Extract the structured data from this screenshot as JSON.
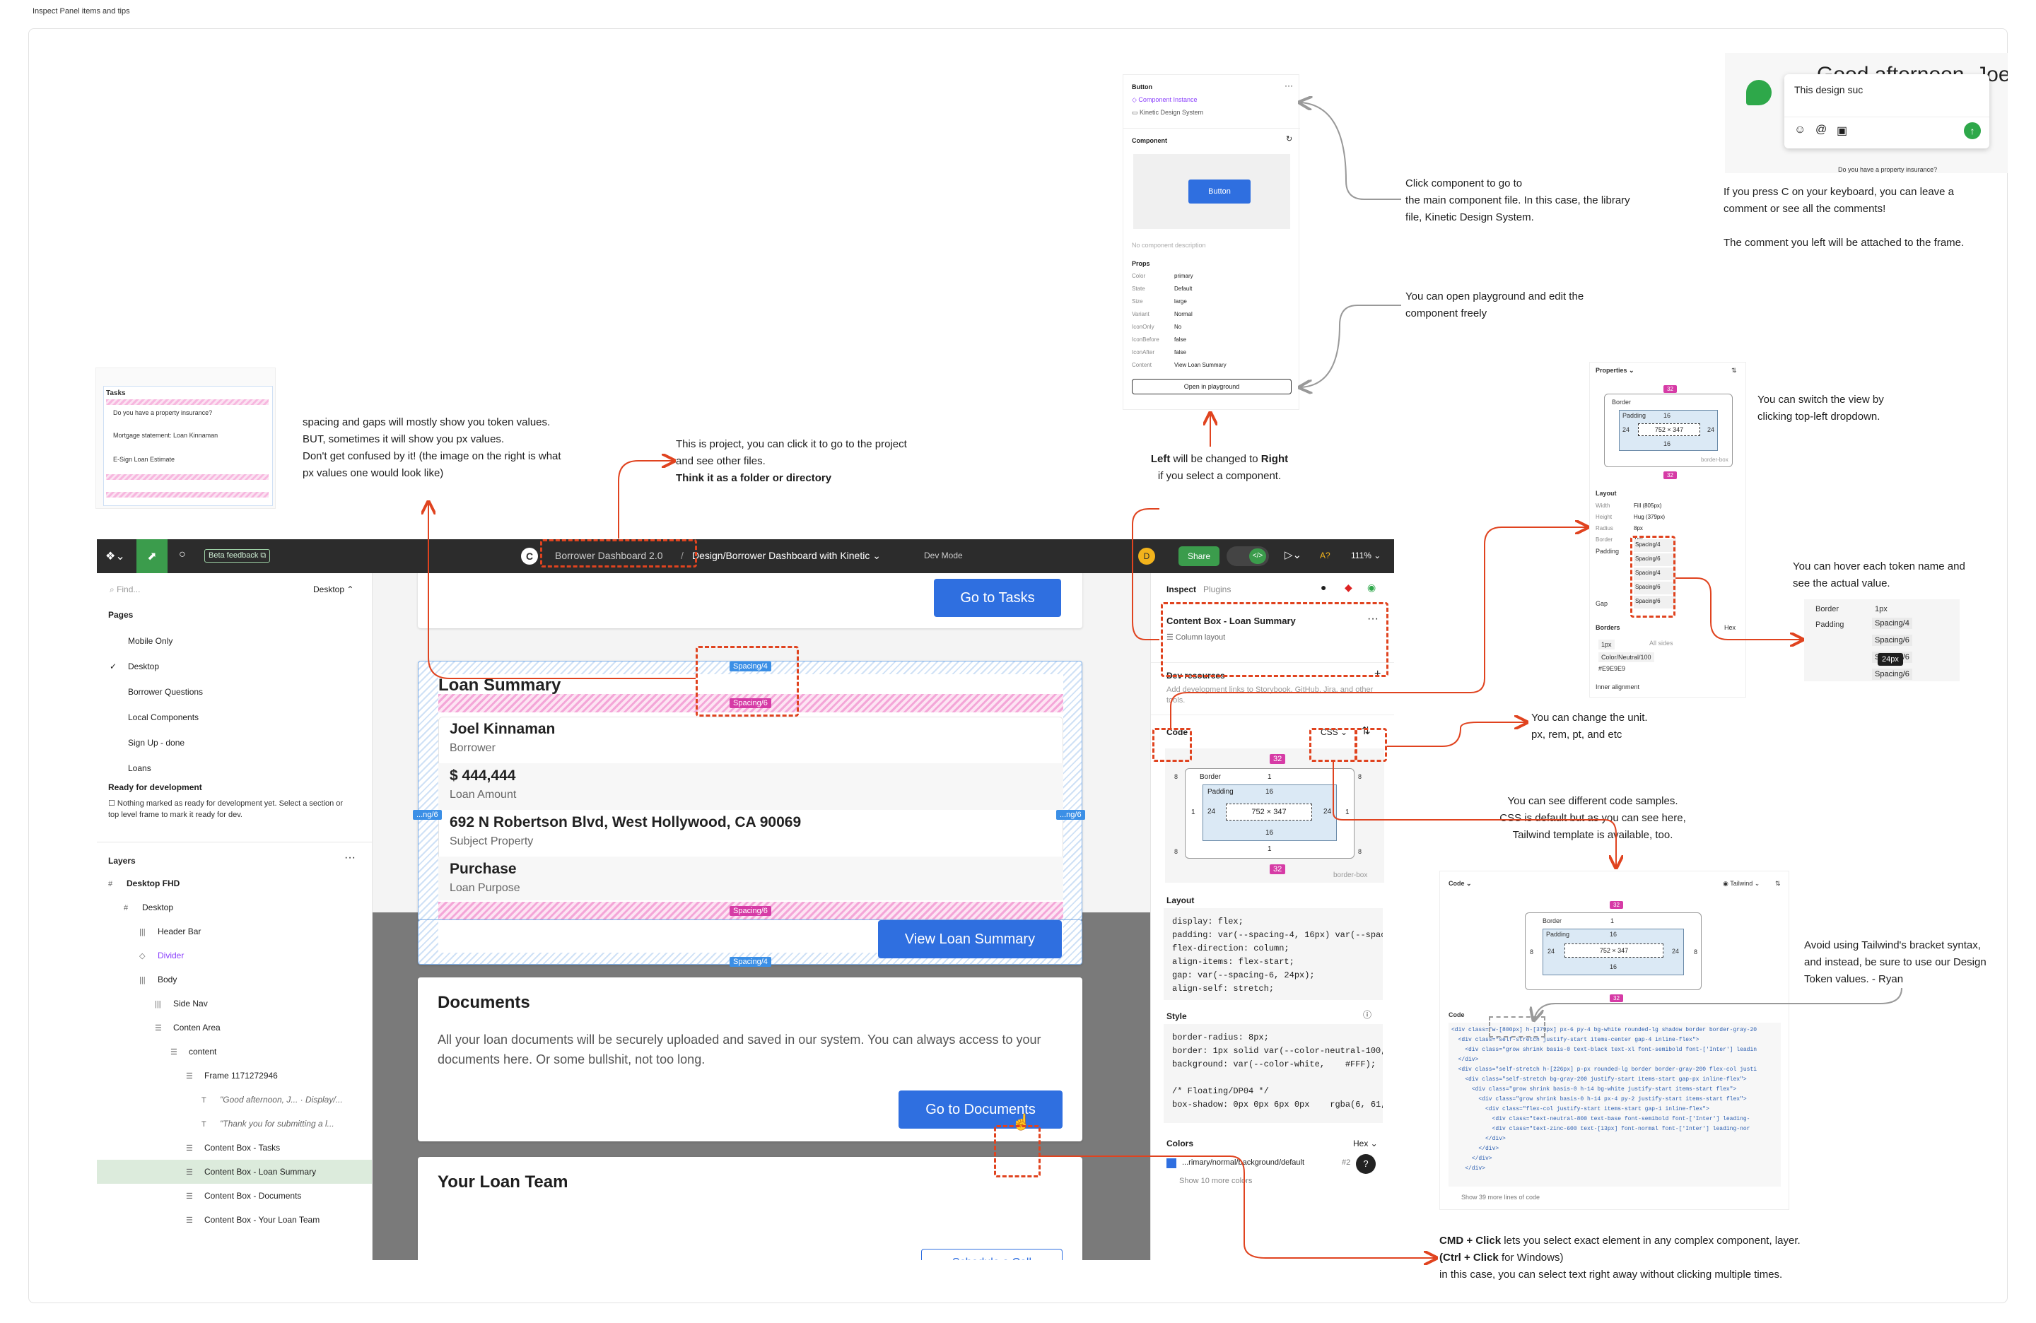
{
  "page": {
    "title": "Inspect Panel items and tips"
  },
  "notes": {
    "tokens": "spacing and gaps will mostly show you token values.\nBUT, sometimes it will show you px values.\nDon't get confused by it! (the image on the right is what px values one would look like)",
    "project_a": "This is project, you can click it to go to the project and see other files.",
    "project_b": "Think it as a folder or directory",
    "component_link": "Click component to go to\nthe main component file. In this case, the library\nfile, Kinetic Design System.",
    "playground": "You can open playground and edit the\ncomponent freely",
    "left_right_a": "Left",
    "left_right_b": " will be changed to ",
    "left_right_c": "Right",
    "left_right_d": "if you select a component.",
    "comment_tip": "If you press C on your keyboard, you can leave a\ncomment or see all the comments!",
    "comment_tip2": "The comment you left will be attached to the frame.",
    "switch_view": "You can switch the view by\nclicking top-left dropdown.",
    "hover_token": "You can hover each token name and\nsee the actual value.",
    "unit": "You can change the unit.\npx, rem, pt, and etc",
    "code_samples": "You can see different code samples.\nCSS is default but as you can see here,\nTailwind template is available, too.",
    "tailwind_warn": "Avoid using Tailwind's bracket syntax,\nand instead, be sure to use our Design\nToken values. - Ryan",
    "cmd_a": "CMD + Click",
    "cmd_b": " lets you select exact element in any complex component, layer.",
    "cmd_c": "(Ctrl + Click",
    "cmd_d": " for Windows)",
    "cmd_e": "in this case, you can select text right away without clicking multiple times."
  },
  "comment_popup": {
    "greeting": "Good afternoon, Joe",
    "input": "This design suc",
    "below": "Do you have a property insurance?"
  },
  "component_panel": {
    "title": "Button",
    "instance": "Component Instance",
    "library": "Kinetic Design System",
    "section": "Component",
    "preview_button": "Button",
    "no_desc": "No component description",
    "props_title": "Props",
    "props": [
      [
        "Color",
        "primary"
      ],
      [
        "State",
        "Default"
      ],
      [
        "Size",
        "large"
      ],
      [
        "Variant",
        "Normal"
      ],
      [
        "IconOnly",
        "No"
      ],
      [
        "IconBefore",
        "false"
      ],
      [
        "IconAfter",
        "false"
      ],
      [
        "Content",
        "View Loan Summary"
      ]
    ],
    "playground": "Open in playground"
  },
  "topbar": {
    "beta": "Beta feedback",
    "project": "Borrower Dashboard 2.0",
    "sep": "/",
    "file": "Design/Borrower Dashboard with Kinetic",
    "mode": "Dev Mode",
    "avatar": "D",
    "share": "Share",
    "zoom": "111%"
  },
  "leftpanel": {
    "find": "Find...",
    "page_select": "Desktop",
    "pages_title": "Pages",
    "pages": [
      "Mobile Only",
      "Desktop",
      "Borrower Questions",
      "Local Components",
      "Sign Up - done",
      "Loans"
    ],
    "ready_title": "Ready for development",
    "ready_text": "Nothing marked as ready for development yet. Select a section or top level frame to mark it ready for dev.",
    "layers_title": "Layers",
    "layers": [
      {
        "label": "Desktop FHD",
        "indent": 0,
        "icon": "#",
        "bold": true
      },
      {
        "label": "Desktop",
        "indent": 1,
        "icon": "#"
      },
      {
        "label": "Header Bar",
        "indent": 2,
        "icon": "|||"
      },
      {
        "label": "Divider",
        "indent": 2,
        "icon": "◇",
        "purple": true
      },
      {
        "label": "Body",
        "indent": 2,
        "icon": "|||"
      },
      {
        "label": "Side Nav",
        "indent": 3,
        "icon": "|||"
      },
      {
        "label": "Conten Area",
        "indent": 3,
        "icon": "☰"
      },
      {
        "label": "content",
        "indent": 4,
        "icon": "☰"
      },
      {
        "label": "Frame 1171272946",
        "indent": 5,
        "icon": "☰"
      },
      {
        "label": "\"Good afternoon, J... · Display/...",
        "indent": 6,
        "icon": "T",
        "italic": true
      },
      {
        "label": "\"Thank you for submitting a l...",
        "indent": 6,
        "icon": "T",
        "italic": true
      },
      {
        "label": "Content Box - Tasks",
        "indent": 5,
        "icon": "☰"
      },
      {
        "label": "Content Box - Loan Summary",
        "indent": 5,
        "icon": "☰",
        "selected": true
      },
      {
        "label": "Content Box - Documents",
        "indent": 5,
        "icon": "☰"
      },
      {
        "label": "Content Box - Your Loan Team",
        "indent": 5,
        "icon": "☰"
      }
    ]
  },
  "canvas": {
    "tasks_button": "Go to Tasks",
    "loan_title": "Loan Summary",
    "loan_rows": [
      [
        "Joel Kinnaman",
        "Borrower"
      ],
      [
        "$ 444,444",
        "Loan Amount"
      ],
      [
        "692 N Robertson Blvd, West Hollywood, CA 90069",
        "Subject Property"
      ],
      [
        "Purchase",
        "Loan Purpose"
      ]
    ],
    "view_button": "View Loan Summary",
    "tok_top": "Spacing/4",
    "tok_gap": "Spacing/6",
    "tok_bottom_gap": "Spacing/6",
    "tok_bottom": "Spacing/4",
    "side_l": "...ng/6",
    "side_r": "...ng/6",
    "docs_title": "Documents",
    "docs_text": "All your loan documents will be securely uploaded and saved in our system. You can always access to your documents here. Or some bullshit, not too long.",
    "docs_button": "Go to Documents",
    "team_title": "Your Loan Team",
    "team_button": "Schedule a Call"
  },
  "inspect": {
    "tab1": "Inspect",
    "tab2": "Plugins",
    "selected": "Content Box - Loan Summary",
    "sub": "Column layout",
    "dev_title": "Dev resources",
    "dev_text": "Add development links to Storybook, GitHub, Jira, and other tools.",
    "code_label": "Code",
    "css": "CSS",
    "box": {
      "top_tok": "32",
      "border": "Border",
      "border_v": "1",
      "padding": "Padding",
      "pad_top": "16",
      "pad_left": "24",
      "pad_right": "24",
      "pad_bottom": "16",
      "size": "752 × 347",
      "outer": "8",
      "bottom_tok": "32",
      "mode": "border-box"
    },
    "layout_title": "Layout",
    "layout_code": "display: flex;\npadding: var(--spacing-4, 16px) var(--spac\nflex-direction: column;\nalign-items: flex-start;\ngap: var(--spacing-6, 24px);\nalign-self: stretch;",
    "style_title": "Style",
    "style_code": "border-radius: 8px;\nborder: 1px solid var(--color-neutral-100,\nbackground: var(--color-white,    #FFF);\n\n/* Floating/DP04 */\nbox-shadow: 0px 0px 6px 0px    rgba(6, 61,",
    "colors_title": "Colors",
    "colors_mode": "Hex",
    "color_name": "...rimary/normal/background/default",
    "color_hex": "#2",
    "show_more": "Show 10 more colors"
  },
  "props_panel": {
    "title": "Properties",
    "border": "Border",
    "padding": "Padding",
    "p16": "16",
    "p24": "24",
    "size": "752 × 347",
    "tok32": "32",
    "bb": "border-box",
    "layout": "Layout",
    "rows": [
      [
        "Width",
        "Fill (805px)"
      ],
      [
        "Height",
        "Hug (379px)"
      ],
      [
        "Radius",
        "8px"
      ],
      [
        "Border",
        "1px"
      ]
    ],
    "padding_label": "Padding",
    "gap_label": "Gap",
    "tokens": [
      "Spacing/4",
      "Spacing/6",
      "Spacing/4",
      "Spacing/6",
      "Spacing/6"
    ],
    "borders": "Borders",
    "hex": "Hex",
    "b1": "1px",
    "b_all": "All sides",
    "bcolor": "Color/Neutral/100",
    "bhex": "#E9E9E9",
    "inner": "Inner alignment"
  },
  "hover_panel": {
    "border": "Border",
    "border_v": "1px",
    "padding": "Padding",
    "tokens": [
      "Spacing/4",
      "Spacing/6",
      "Spacing/6",
      "Spacing/6"
    ],
    "tooltip": "24px"
  },
  "tailwind_panel": {
    "code": "Code",
    "lang": "Tailwind",
    "border": "Border",
    "padding": "Padding",
    "p16": "16",
    "p24": "24",
    "size": "752 × 347",
    "tok": "32",
    "one": "1",
    "eight": "8",
    "code_label": "Code",
    "lines": [
      "<div class=\"w-[800px] h-[379px] px-6 py-4 bg-white rounded-lg shadow border border-gray-20",
      "  <div class=\"self-stretch justify-start items-center gap-4 inline-flex\">",
      "    <div class=\"grow shrink basis-0 text-black text-xl font-semibold font-['Inter'] leadin",
      "  </div>",
      "  <div class=\"self-stretch h-[226px] p-px rounded-lg border border-gray-200 flex-col justi",
      "    <div class=\"self-stretch bg-gray-200 justify-start items-start gap-px inline-flex\">",
      "      <div class=\"grow shrink basis-0 h-14 bg-white justify-start items-start flex\">",
      "        <div class=\"grow shrink basis-0 h-14 px-4 py-2 justify-start items-start flex\">",
      "          <div class=\"flex-col justify-start items-start gap-1 inline-flex\">",
      "            <div class=\"text-neutral-800 text-base font-semibold font-['Inter'] leading-",
      "            <div class=\"text-zinc-600 text-[13px] font-normal font-['Inter'] leading-nor",
      "          </div>",
      "        </div>",
      "      </div>",
      "    </div>"
    ],
    "more": "Show 39 more lines of code"
  },
  "thumb": {
    "tasks": "Tasks",
    "items": [
      "Do you have a property insurance?",
      "Mortgage statement: Loan Kinnaman",
      "E-Sign Loan Estimate"
    ]
  }
}
